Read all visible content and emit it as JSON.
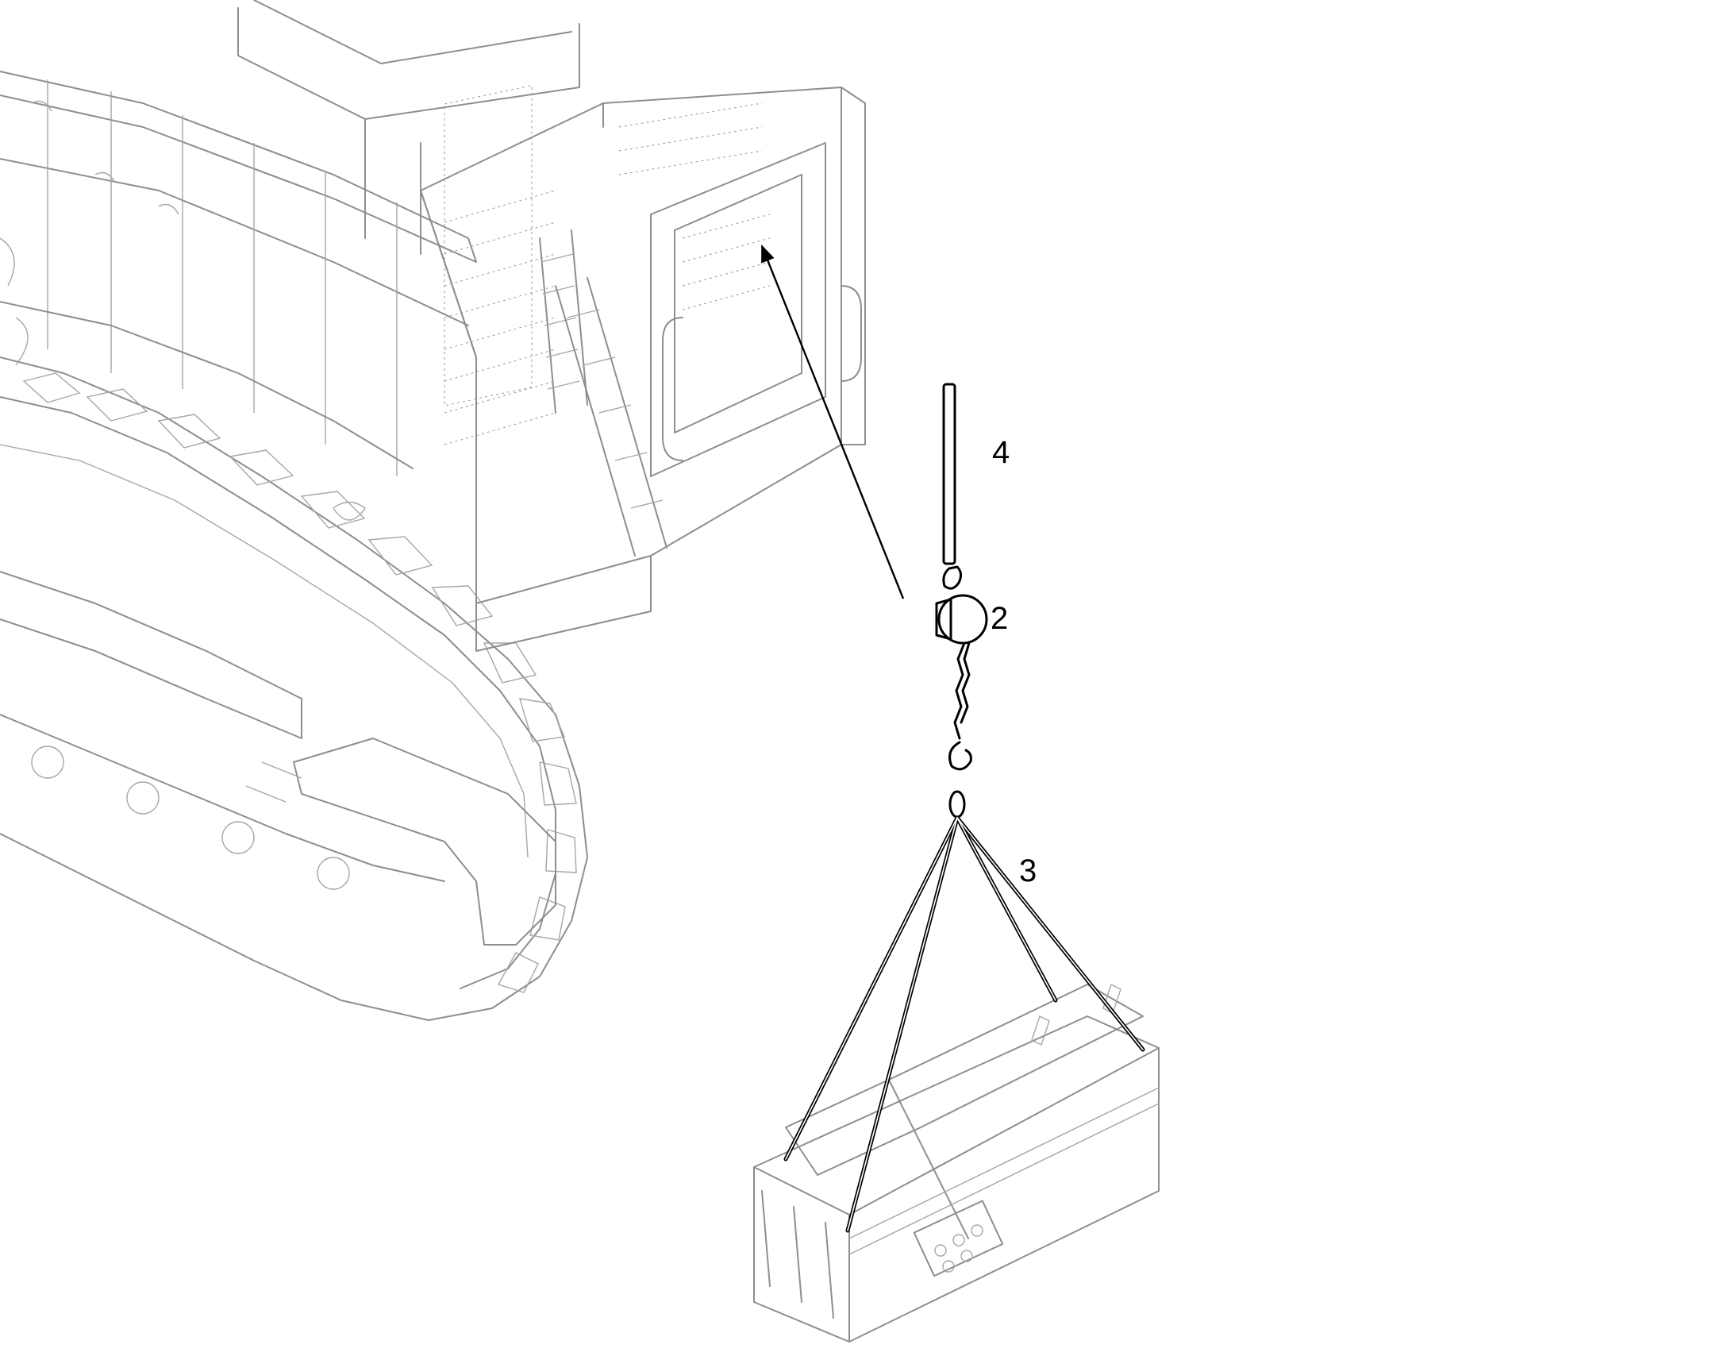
{
  "diagram": {
    "callouts": [
      {
        "id": "4",
        "label": "4",
        "part": "guide-rod"
      },
      {
        "id": "2",
        "label": "2",
        "part": "chain-hoist"
      },
      {
        "id": "3",
        "label": "3",
        "part": "four-leg-sling"
      }
    ],
    "colors": {
      "ghost_stroke": "#8e8e8e",
      "highlight_stroke": "#000000",
      "background": "#ffffff"
    }
  }
}
